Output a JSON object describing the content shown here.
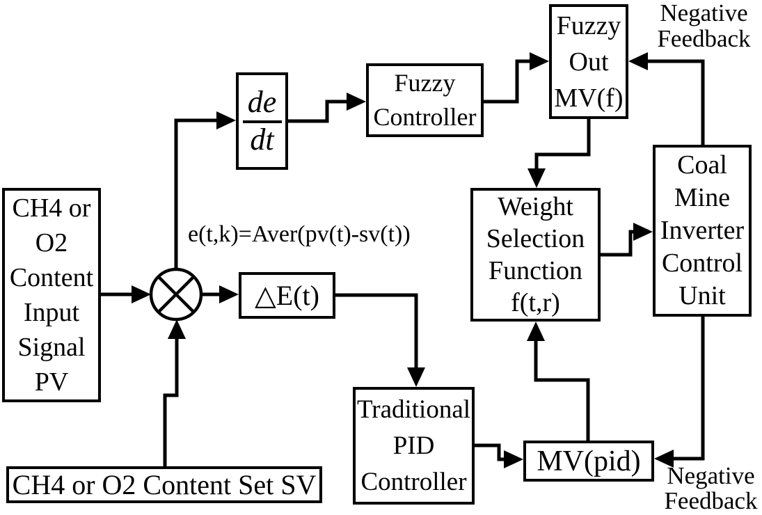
{
  "blocks": {
    "pv_input": {
      "label": "CH4 or\nO2\nContent\nInput\nSignal\nPV"
    },
    "derivative": {
      "numerator": "de",
      "denominator": "dt"
    },
    "fuzzy_controller": {
      "label": "Fuzzy\nController"
    },
    "fuzzy_out": {
      "label": "Fuzzy\nOut\nMV(f)"
    },
    "weight_selection": {
      "label": "Weight\nSelection\nFunction\nf(t,r)"
    },
    "coal_mine_unit": {
      "label": "Coal\nMine\nInverter\nControl\nUnit"
    },
    "delta_e": {
      "label": "△E(t)"
    },
    "pid_controller": {
      "label": "Traditional\nPID\nController"
    },
    "mv_pid": {
      "label": "MV(pid)"
    },
    "sv_set": {
      "label": "CH4 or O2 Content Set SV"
    }
  },
  "annotations": {
    "error_equation": "e(t,k)=Aver(pv(t)-sv(t))",
    "negative_feedback_top": "Negative\nFeedback",
    "negative_feedback_bottom": "Negative\nFeedback"
  },
  "colors": {
    "stroke": "#000000",
    "background": "#ffffff",
    "box_fill": "#ffffff"
  }
}
